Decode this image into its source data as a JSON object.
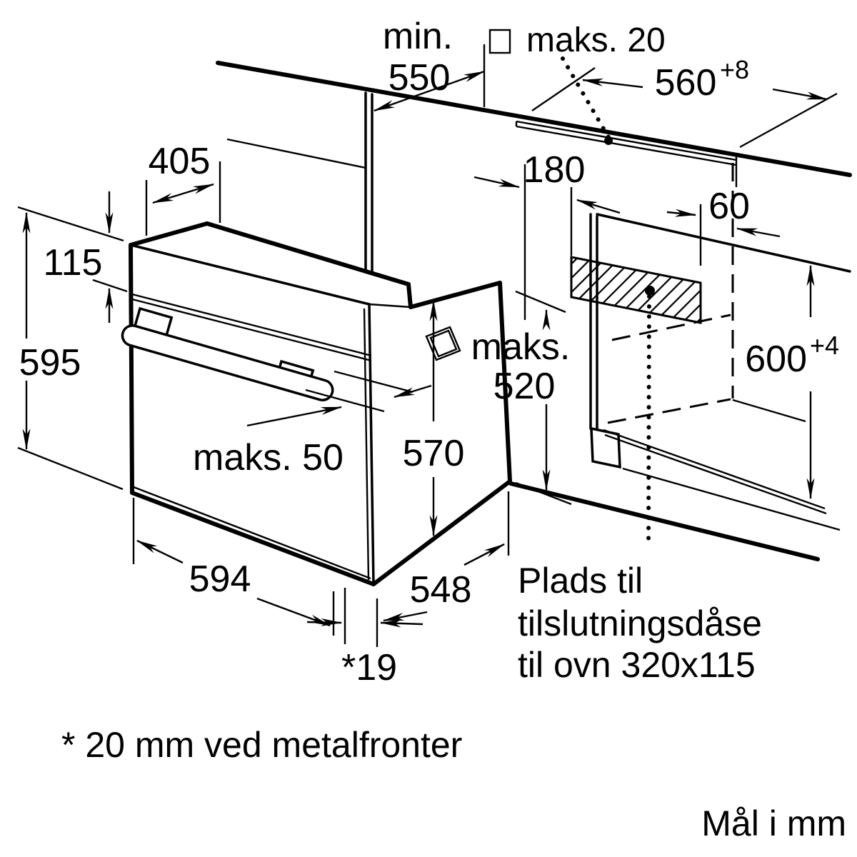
{
  "diagram": {
    "title_hidden": "",
    "colors": {
      "line": "#000000",
      "background": "#ffffff"
    },
    "dimensions": {
      "worktop_depth": {
        "line1": "min.",
        "line2": "550"
      },
      "hob_cable": {
        "label": "maks. 20"
      },
      "niche_width": {
        "value": "560",
        "tolerance": "+8"
      },
      "top_recess_depth": {
        "value": "405"
      },
      "panel_height": {
        "value": "115"
      },
      "front_height": {
        "value": "595"
      },
      "box_side_offset": {
        "value": "180"
      },
      "box_back_offset": {
        "value": "60"
      },
      "rear_clearance": {
        "line1": "maks.",
        "line2": "520"
      },
      "niche_height": {
        "value": "600",
        "tolerance": "+4"
      },
      "body_height": {
        "value": "570"
      },
      "handle_clearance": {
        "label": "maks. 50"
      },
      "front_width": {
        "value": "594"
      },
      "body_depth": {
        "value": "548"
      },
      "door_offset": {
        "label": "*19"
      }
    },
    "notes": {
      "connection_box": [
        "Plads til",
        "tilslutningsdåse",
        "til ovn 320x115"
      ],
      "footnote": "* 20 mm ved metalfronter",
      "units": "Mål i mm"
    }
  }
}
